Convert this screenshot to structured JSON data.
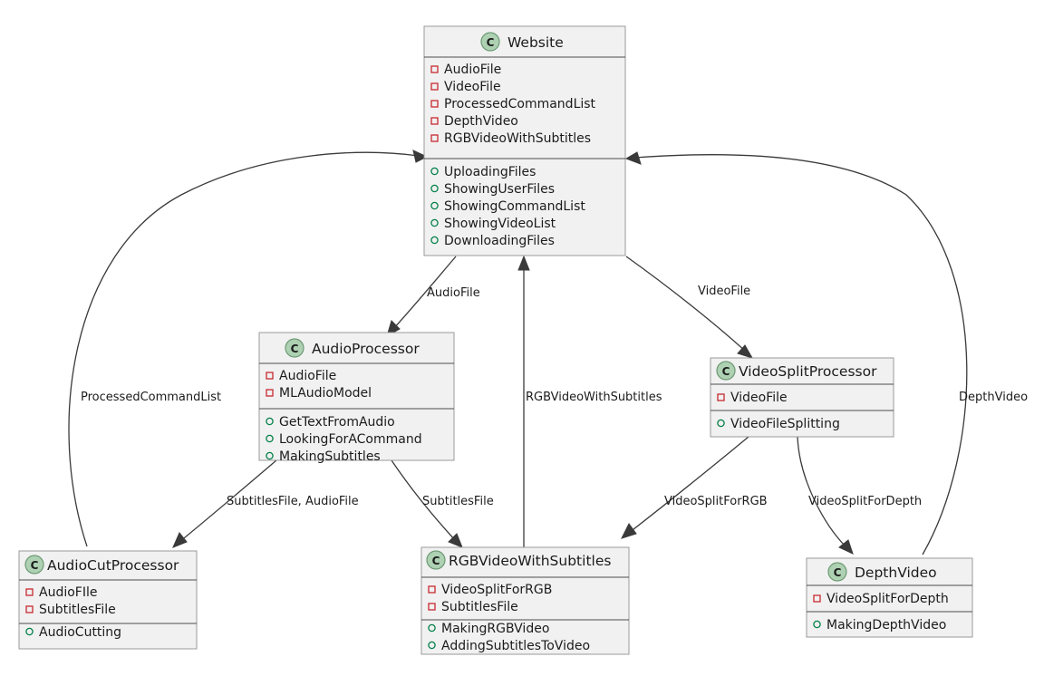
{
  "diagram": {
    "type": "uml-class-diagram",
    "background": "#ffffff",
    "colors": {
      "box_fill": "#F1F1F1",
      "box_border": "#9A9A9A",
      "separator": "#4D4D4D",
      "class_icon_fill": "#ADD1B2",
      "class_icon_border": "#6D9A74",
      "attribute_marker": "#C82930",
      "method_marker": "#038048",
      "edge": "#3A3A3A",
      "text": "#1B1B1B"
    },
    "class_icon_letter": "C",
    "classes": [
      {
        "id": "website",
        "name": "Website",
        "attributes": [
          "AudioFile",
          "VideoFile",
          "ProcessedCommandList",
          "DepthVideo",
          "RGBVideoWithSubtitles"
        ],
        "methods": [
          "UploadingFiles",
          "ShowingUserFiles",
          "ShowingCommandList",
          "ShowingVideoList",
          "DownloadingFiles"
        ]
      },
      {
        "id": "audioprocessor",
        "name": "AudioProcessor",
        "attributes": [
          "AudioFile",
          "MLAudioModel"
        ],
        "methods": [
          "GetTextFromAudio",
          "LookingForACommand",
          "MakingSubtitles"
        ]
      },
      {
        "id": "videosplitprocessor",
        "name": "VideoSplitProcessor",
        "attributes": [
          "VideoFile"
        ],
        "methods": [
          "VideoFileSplitting"
        ]
      },
      {
        "id": "audiocutprocessor",
        "name": "AudioCutProcessor",
        "attributes": [
          "AudioFIle",
          "SubtitlesFile"
        ],
        "methods": [
          "AudioCutting"
        ]
      },
      {
        "id": "rgbvideowithsubtitles",
        "name": "RGBVideoWithSubtitles",
        "attributes": [
          "VideoSplitForRGB",
          "SubtitlesFile"
        ],
        "methods": [
          "MakingRGBVideo",
          "AddingSubtitlesToVideo"
        ]
      },
      {
        "id": "depthvideo",
        "name": "DepthVideo",
        "attributes": [
          "VideoSplitForDepth"
        ],
        "methods": [
          "MakingDepthVideo"
        ]
      }
    ],
    "edges": [
      {
        "id": "e1",
        "from": "website",
        "to": "audioprocessor",
        "label": "AudioFile"
      },
      {
        "id": "e2",
        "from": "website",
        "to": "videosplitprocessor",
        "label": "VideoFile"
      },
      {
        "id": "e3",
        "from": "audioprocessor",
        "to": "audiocutprocessor",
        "label": "SubtitlesFile, AudioFile"
      },
      {
        "id": "e4",
        "from": "audioprocessor",
        "to": "rgbvideowithsubtitles",
        "label": "SubtitlesFile"
      },
      {
        "id": "e5",
        "from": "videosplitprocessor",
        "to": "rgbvideowithsubtitles",
        "label": "VideoSplitForRGB"
      },
      {
        "id": "e6",
        "from": "videosplitprocessor",
        "to": "depthvideo",
        "label": "VideoSplitForDepth"
      },
      {
        "id": "e7",
        "from": "audiocutprocessor",
        "to": "website",
        "label": "ProcessedCommandList"
      },
      {
        "id": "e8",
        "from": "rgbvideowithsubtitles",
        "to": "website",
        "label": "RGBVideoWithSubtitles"
      },
      {
        "id": "e9",
        "from": "depthvideo",
        "to": "website",
        "label": "DepthVideo"
      }
    ]
  }
}
